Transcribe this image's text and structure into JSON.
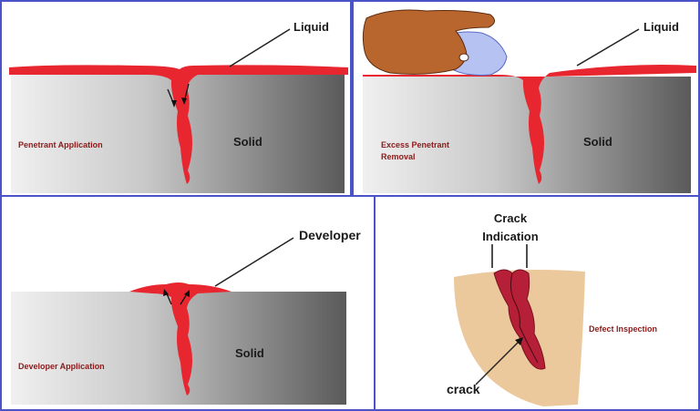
{
  "panels": {
    "p1": {
      "caption": "Penetrant Application",
      "callout": "Liquid",
      "material": "Solid"
    },
    "p2": {
      "caption_line1": "Excess Penetrant",
      "caption_line2": "Removal",
      "callout": "Liquid",
      "material": "Solid"
    },
    "p3": {
      "caption": "Developer Application",
      "callout": "Developer",
      "material": "Solid"
    },
    "p4": {
      "caption": "Defect Inspection",
      "indication_line1": "Crack",
      "indication_line2": "Indication",
      "crack_label": "crack"
    }
  },
  "colors": {
    "border": "#4a54c8",
    "penetrant": "#e8262f",
    "penetrant_dark": "#c41a22",
    "caption": "#8b1a1a",
    "part_tan": "#ecc99c",
    "crack_fill": "#b51f37"
  }
}
